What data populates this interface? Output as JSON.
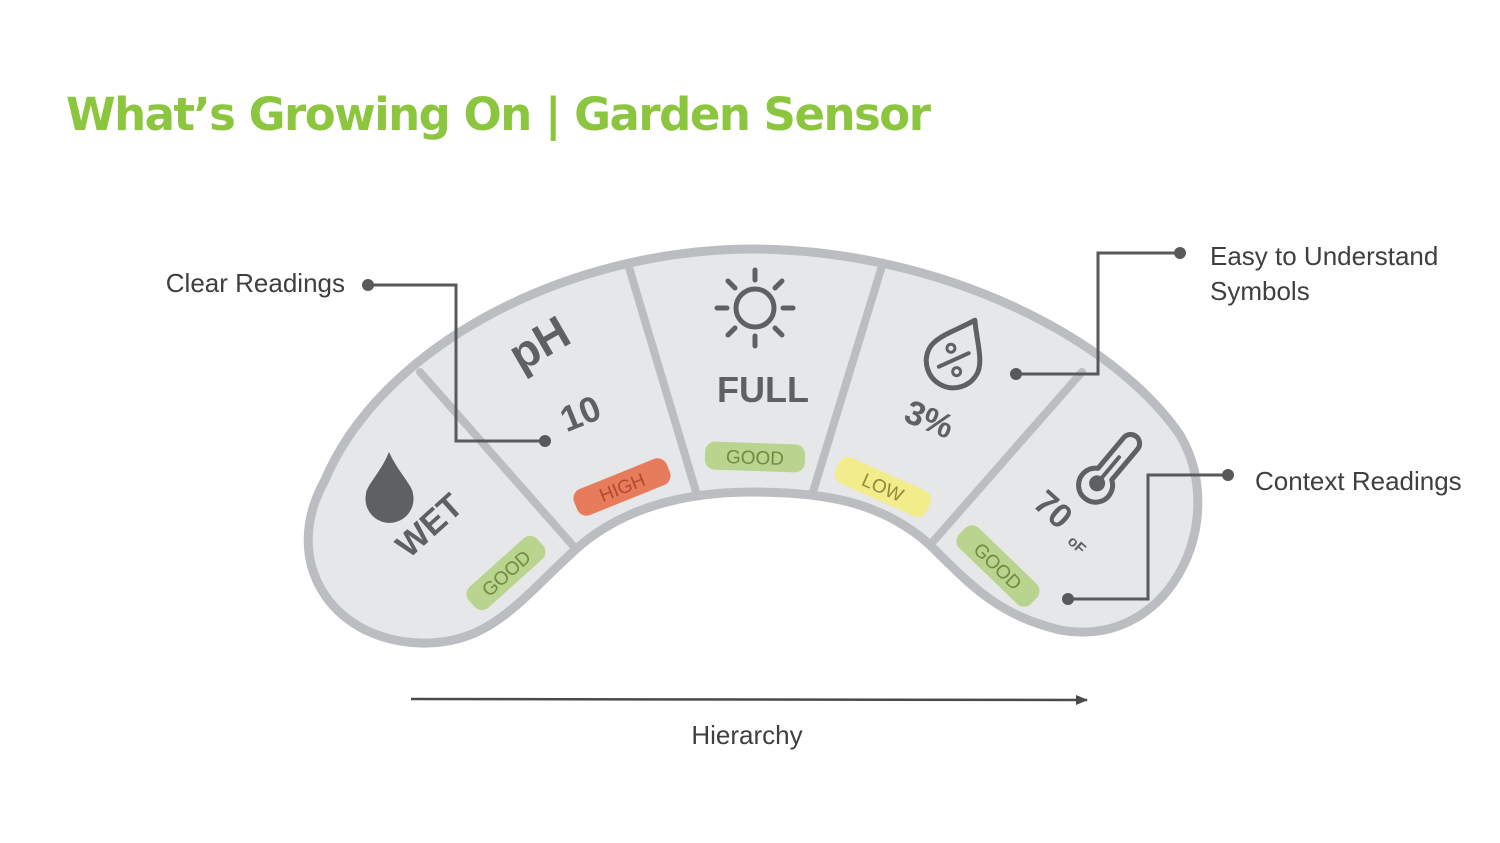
{
  "title": "What’s Growing On | Garden Sensor",
  "segments": [
    {
      "id": "moisture",
      "icon": "water-drop-icon",
      "value": "WET",
      "status": "GOOD",
      "status_color": "#b9d48e",
      "status_text_color": "#6f8d3c"
    },
    {
      "id": "ph",
      "icon": "ph-label",
      "symbol": "pH",
      "value": "10",
      "status": "HIGH",
      "status_color": "#e77c5c",
      "status_text_color": "#b24a2c"
    },
    {
      "id": "light",
      "icon": "sun-icon",
      "value": "FULL",
      "status": "GOOD",
      "status_color": "#b9d48e",
      "status_text_color": "#6f8d3c"
    },
    {
      "id": "humidity",
      "icon": "humidity-percent-icon",
      "value": "3%",
      "status": "LOW",
      "status_color": "#f3ec8a",
      "status_text_color": "#8f8a3a"
    },
    {
      "id": "temperature",
      "icon": "thermometer-icon",
      "value": "70",
      "unit": "oF",
      "status": "GOOD",
      "status_color": "#b9d48e",
      "status_text_color": "#6f8d3c"
    }
  ],
  "callouts": {
    "clear_readings": "Clear Readings",
    "symbols_line1": "Easy to Understand",
    "symbols_line2": "Symbols",
    "context_readings": "Context Readings"
  },
  "hierarchy_label": "Hierarchy",
  "colors": {
    "title": "#8cc63f",
    "device_fill": "#e6e7e8",
    "device_stroke": "#bcbdc0",
    "icon": "#5f6062",
    "callout_line": "#58595b"
  }
}
